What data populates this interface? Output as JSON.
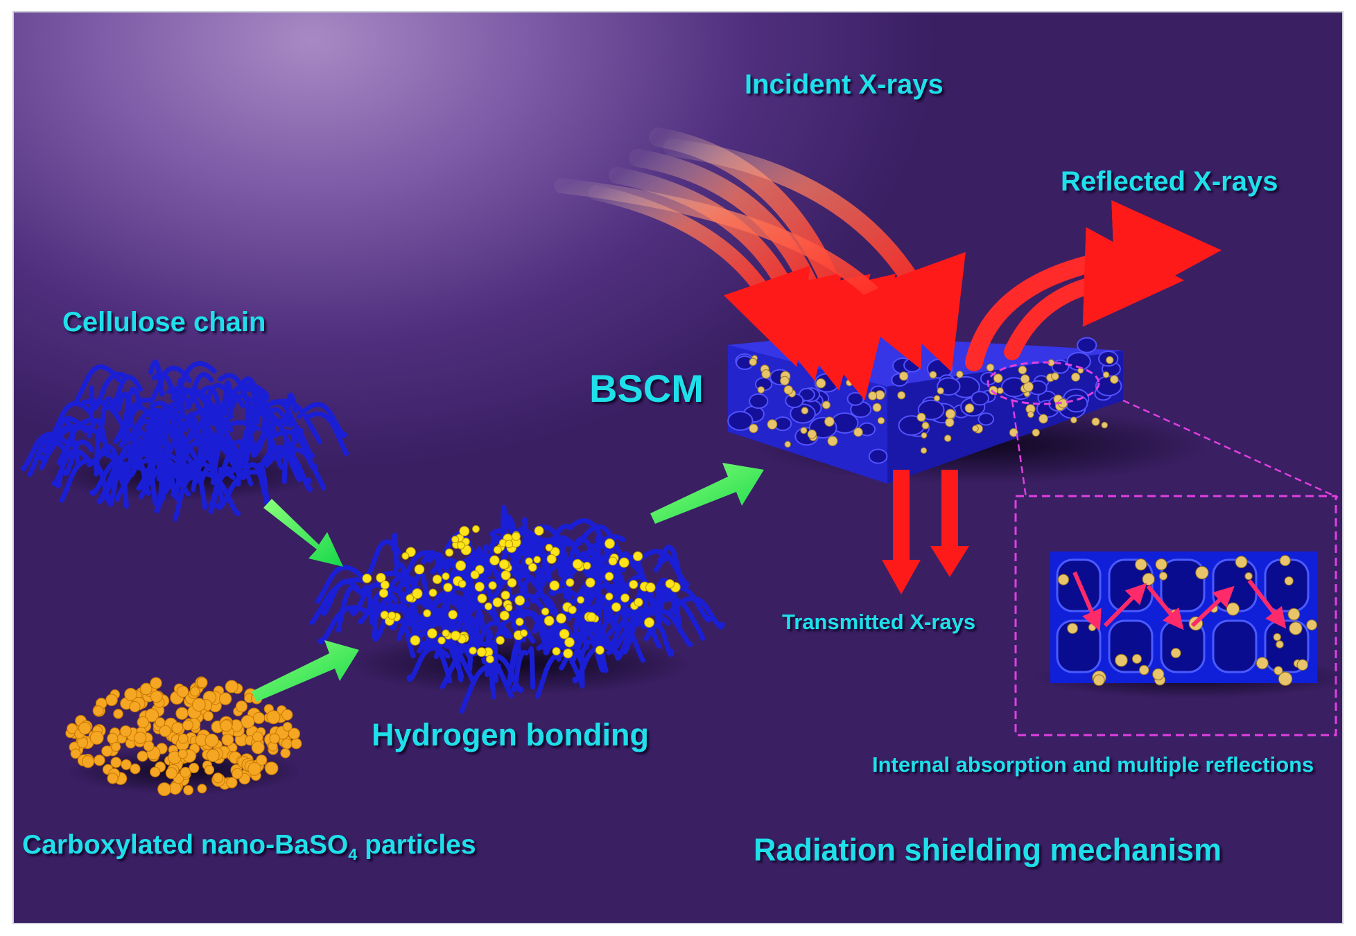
{
  "labels": {
    "cellulose_chain": "Cellulose chain",
    "baso4_prefix": "Carboxylated nano-BaSO",
    "baso4_subscript": "4",
    "baso4_suffix": " particles",
    "hydrogen_bonding": "Hydrogen bonding",
    "bscm": "BSCM",
    "incident_xrays": "Incident X-rays",
    "reflected_xrays": "Reflected X-rays",
    "transmitted_xrays": "Transmitted X-rays",
    "internal_absorption": "Internal absorption and multiple reflections",
    "mechanism": "Radiation shielding mechanism"
  },
  "colors": {
    "label": "#1fe0ea",
    "background_light": "#a889c4",
    "background_dark": "#3a1f63",
    "cellulose_blue": "#1a1fd6",
    "particle_orange": "#f5a623",
    "particle_yellow": "#ffe41a",
    "flow_arrow_green": "#2ef26a",
    "xray_red": "#ff1a1a",
    "inset_border_magenta": "#e040e0"
  }
}
